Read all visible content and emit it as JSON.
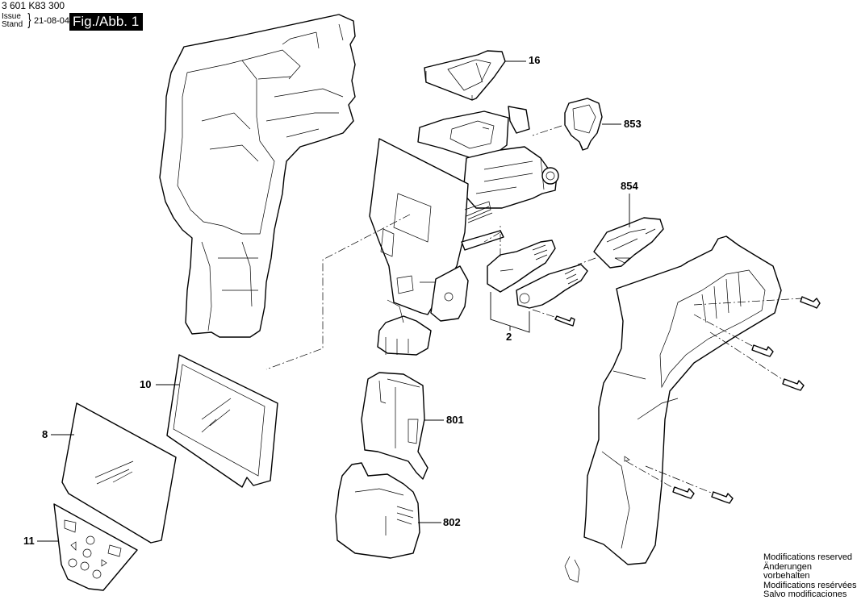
{
  "header": {
    "part_number": "3 601 K83 300",
    "issue_label": "Issue",
    "stand_label": "Stand",
    "brace": "}",
    "date": "21-08-04",
    "figure_label": "Fig./Abb. 1"
  },
  "callouts": {
    "c16": "16",
    "c853": "853",
    "c854": "854",
    "c2": "2",
    "c10": "10",
    "c8": "8",
    "c801": "801",
    "c802": "802",
    "c11": "11"
  },
  "footer": {
    "lines": [
      "Modifications reserved",
      "Änderungen vorbehalten",
      "Modifications resérvées",
      "Salvo modificaciones"
    ]
  }
}
